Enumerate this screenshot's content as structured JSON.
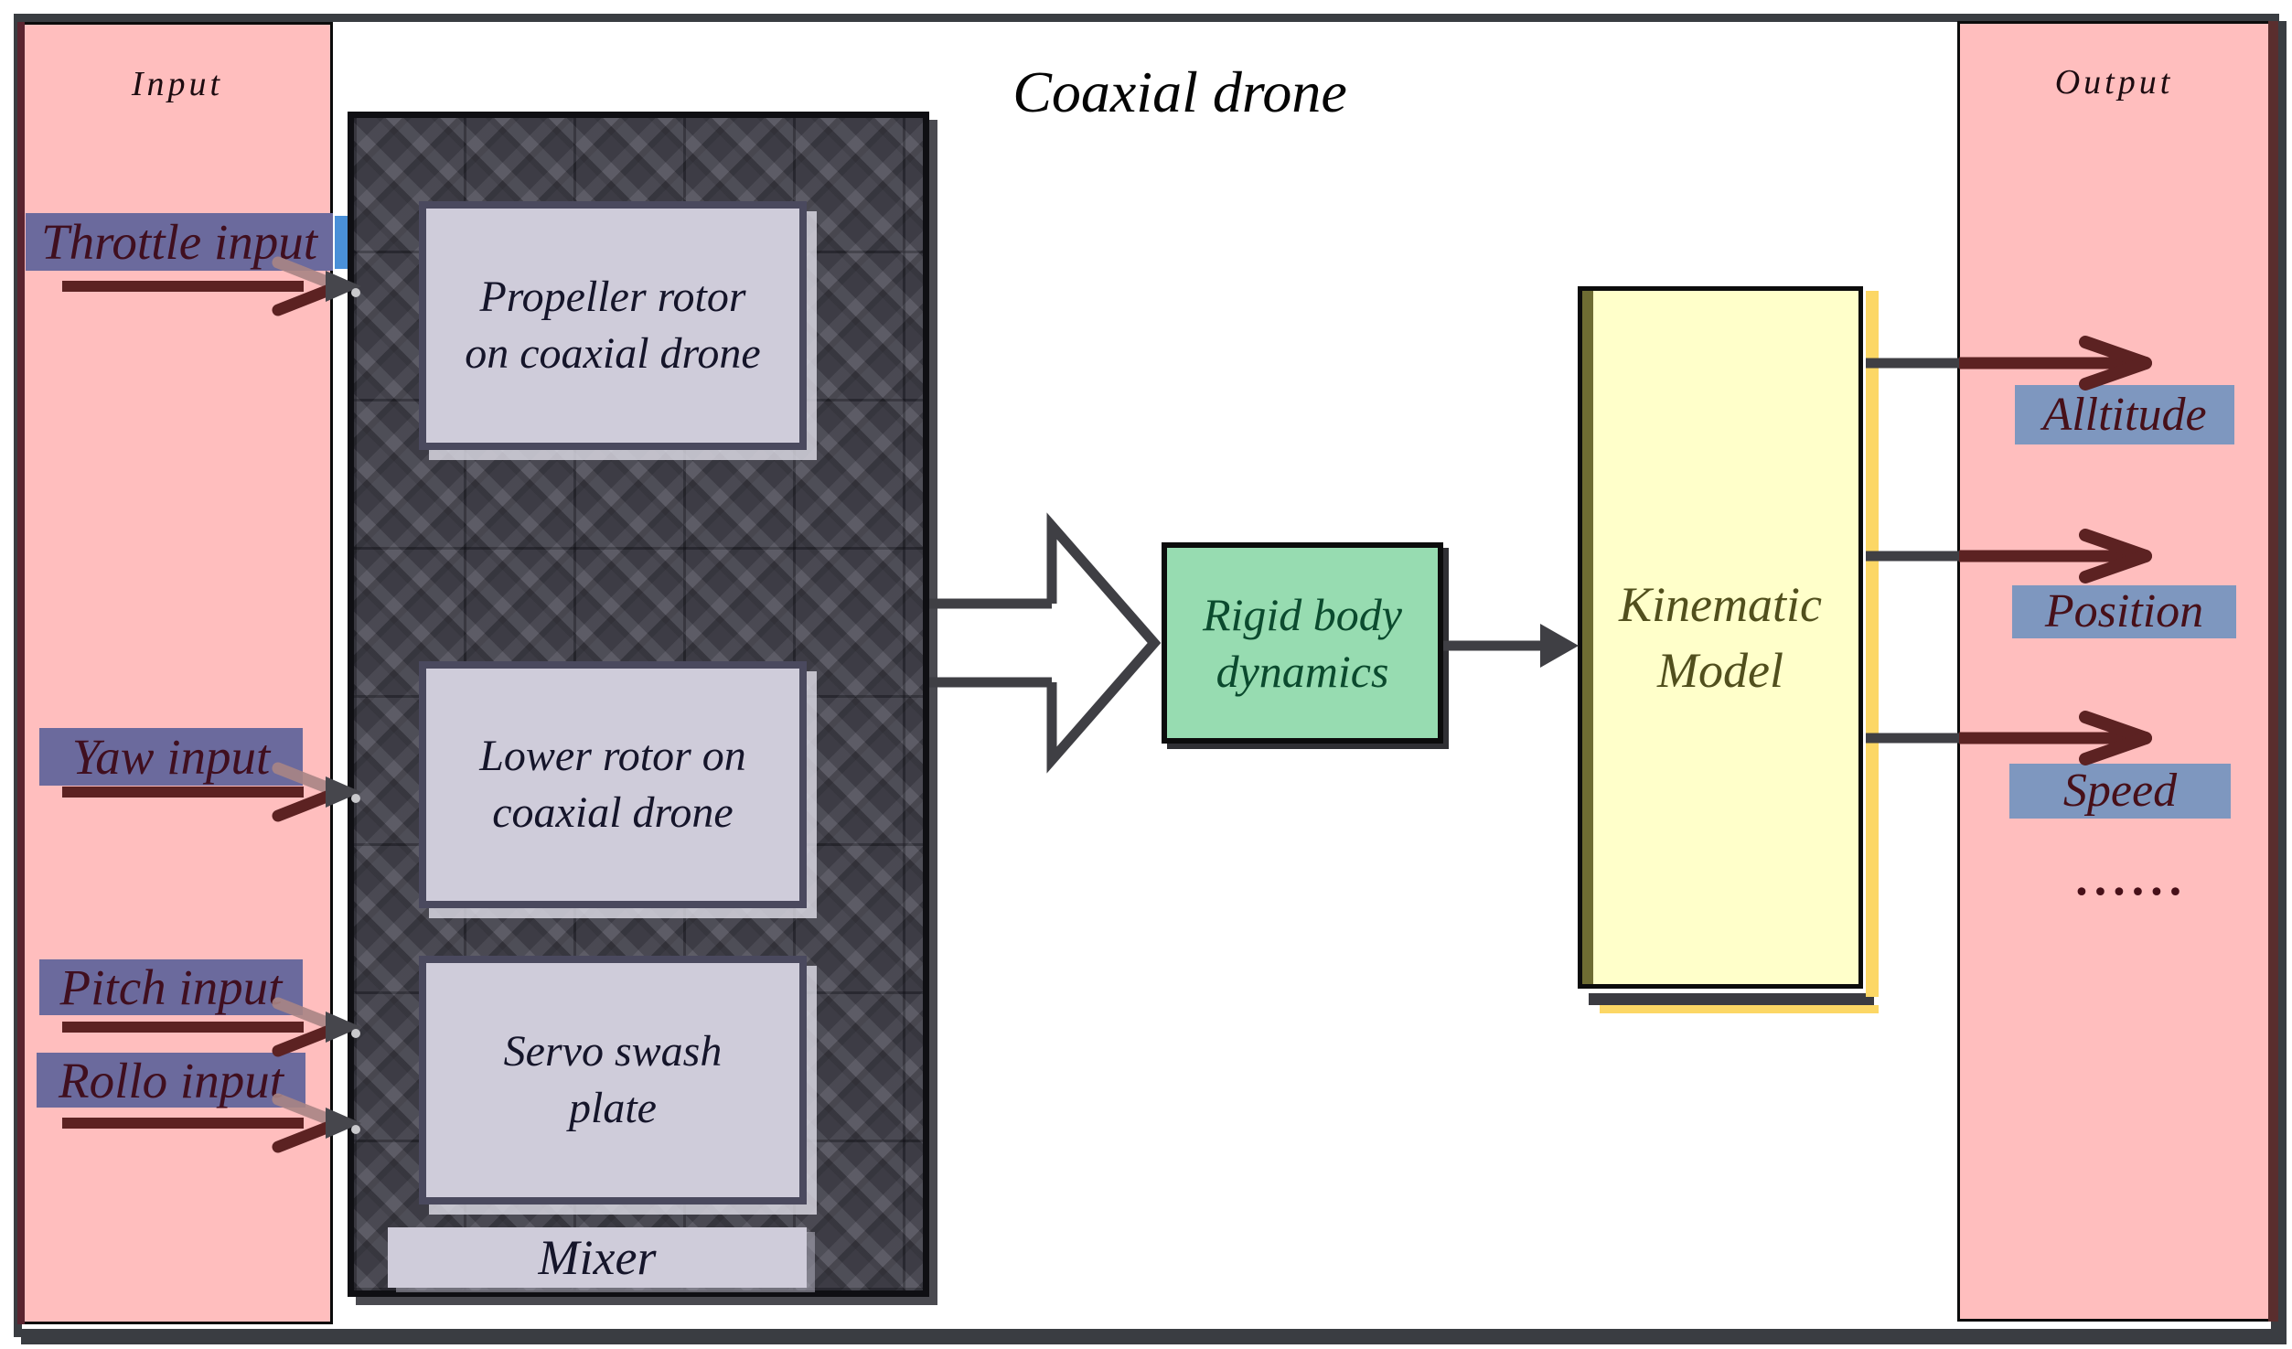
{
  "title": "Coaxial drone",
  "input_panel": {
    "title": "Input",
    "items": [
      {
        "label": "Throttle input"
      },
      {
        "label": "Yaw input"
      },
      {
        "label": "Pitch input"
      },
      {
        "label": "Rollo input"
      }
    ]
  },
  "mixer": {
    "caption": "Mixer",
    "blocks": [
      {
        "label": "Propeller rotor\non coaxial drone"
      },
      {
        "label": "Lower rotor on\ncoaxial drone"
      },
      {
        "label": "Servo swash\nplate"
      }
    ]
  },
  "process": {
    "rigid_body_label": "Rigid body\ndynamics",
    "kinematic_label": "Kinematic\nModel"
  },
  "output_panel": {
    "title": "Output",
    "items": [
      {
        "label": "Alltitude"
      },
      {
        "label": "Position"
      },
      {
        "label": "Speed"
      },
      {
        "label": "......"
      }
    ]
  },
  "colors": {
    "panel_pink": "#ffbebe",
    "input_label_purple": "#6b6a9d",
    "output_label_blue": "#7e97bf",
    "arrow_maroon": "#5c2222",
    "line_gray": "#3f3f44",
    "mixer_dark": "#4d4c57",
    "block_lavender": "#cfccda",
    "rigid_body_green": "#97dcb1",
    "kinematic_yellow": "#ffffca",
    "accent_blue": "#4a90d8",
    "text_maroon": "#400f1f"
  }
}
